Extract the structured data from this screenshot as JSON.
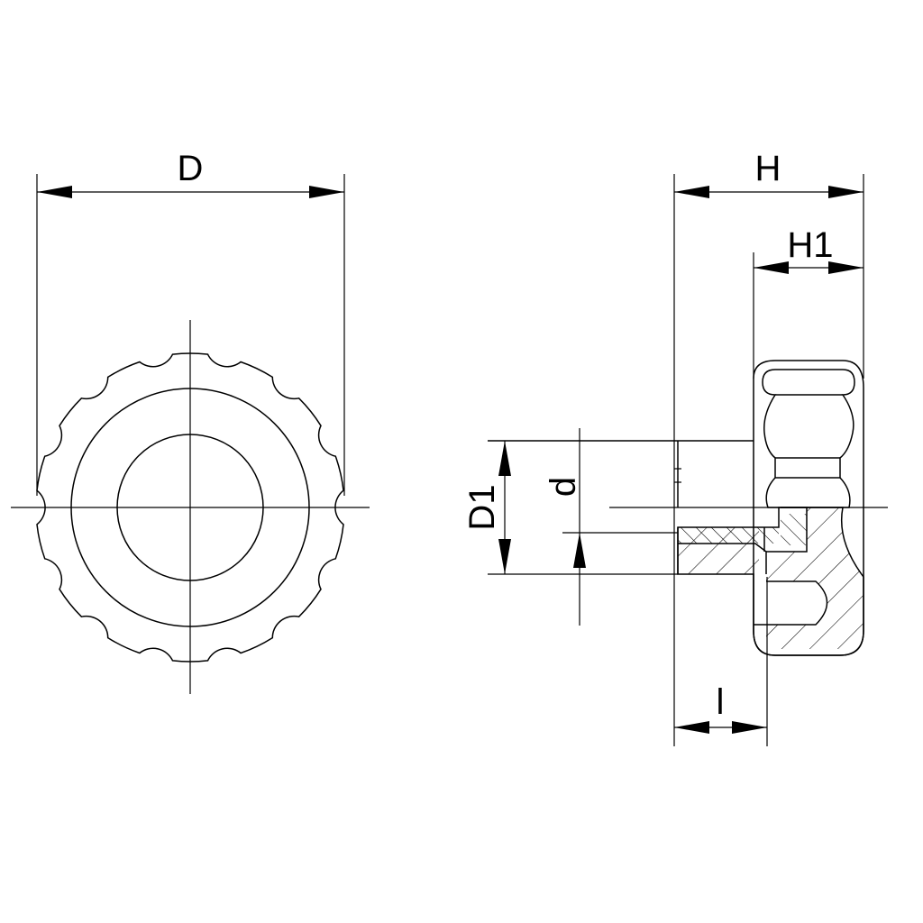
{
  "diagram": {
    "labels": {
      "D": "D",
      "H": "H",
      "H1": "H1",
      "D1": "D1",
      "d": "d",
      "l": "l"
    },
    "line_color": "#000000",
    "background_color": "#ffffff"
  }
}
